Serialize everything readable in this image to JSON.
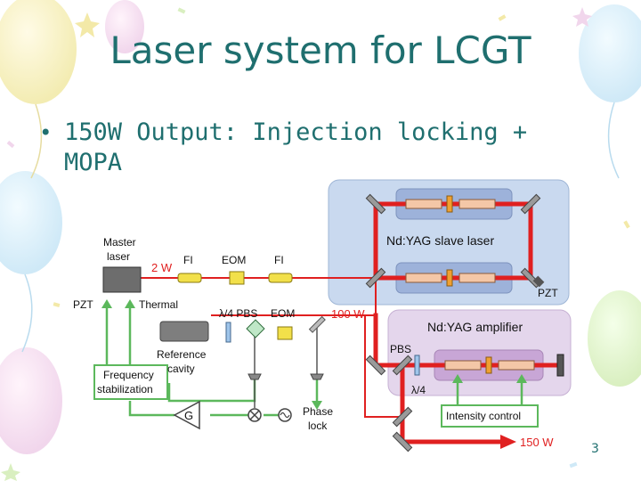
{
  "slide": {
    "title": "Laser system for LCGT",
    "bullet_symbol": "•",
    "bullet_text": "150W Output: Injection locking + MOPA",
    "page_number": "3"
  },
  "diagram": {
    "labels": {
      "master_laser": [
        "Master",
        "laser"
      ],
      "power_2w": "2 W",
      "fi_1": "FI",
      "eom_1": "EOM",
      "fi_2": "FI",
      "pzt_left": "PZT",
      "thermal": "Thermal",
      "lambda4_pbs": "λ/4 PBS",
      "eom_2": "EOM",
      "power_100w": "100 W",
      "reference_cavity": [
        "Reference",
        "cavity"
      ],
      "frequency_stabilization": [
        "Frequency",
        "stabilization"
      ],
      "g_block": "G",
      "phase_lock": [
        "Phase",
        "lock"
      ],
      "slave_laser": "Nd:YAG slave laser",
      "pzt_right": "PZT",
      "amplifier": "Nd:YAG amplifier",
      "pbs": "PBS",
      "lambda4": "λ/4",
      "intensity_control": "Intensity control",
      "power_150w": "150 W"
    },
    "colors": {
      "beam": "#e02020",
      "feedback": "#5cb85c",
      "slave_box": "#c9d9ef",
      "amp_box": "#e4d6ec",
      "title": "#1f6f6f"
    }
  }
}
